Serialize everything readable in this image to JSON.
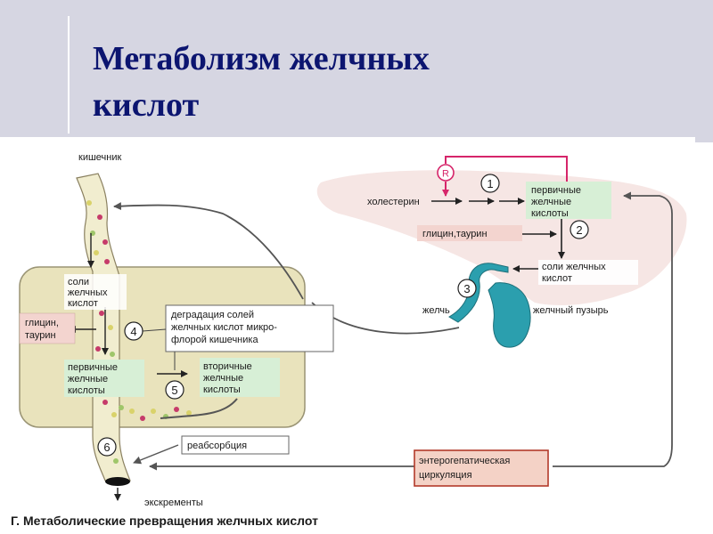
{
  "slide": {
    "title_line1": "Метаболизм желчных",
    "title_line2": "кислот"
  },
  "diagram": {
    "intestine_label": "кишечник",
    "salts_label": [
      "соли",
      "желчных",
      "кислот"
    ],
    "glycine_taurine_left": [
      "глицин,",
      "таурин"
    ],
    "degradation_label": [
      "деградация солей",
      "желчных кислот микро-",
      "флорой кишечника"
    ],
    "primary_acids_left": [
      "первичные",
      "желчные",
      "кислоты"
    ],
    "secondary_acids": [
      "вторичные",
      "желчные",
      "кислоты"
    ],
    "reabsorption_label": "реабсорбция",
    "excrement_label": "экскременты",
    "enterohepatic_label": [
      "энтерогепатическая",
      "циркуляция"
    ],
    "cholesterol_label": "холестерин",
    "primary_acids_liver": [
      "первичные",
      "желчные",
      "кислоты"
    ],
    "glycine_taurine_right": "глицин,таурин",
    "salts_right": [
      "соли желчных",
      "кислот"
    ],
    "bile_label": "желчь",
    "gallbladder_label": "желчный пузырь",
    "regulation_marker": "R",
    "step_numbers": [
      "1",
      "2",
      "3",
      "4",
      "5",
      "6"
    ],
    "caption": "Г. Метаболические превращения желчных кислот"
  },
  "colors": {
    "title": "#0c1570",
    "header_bg": "#d6d6e2",
    "gut_box": "#e9e3bc",
    "liver": "#f6e6e4",
    "gallbladder": "#2b9fae",
    "regulation_arrow": "#d6256a",
    "enterohepatic_border": "#c0392b"
  }
}
